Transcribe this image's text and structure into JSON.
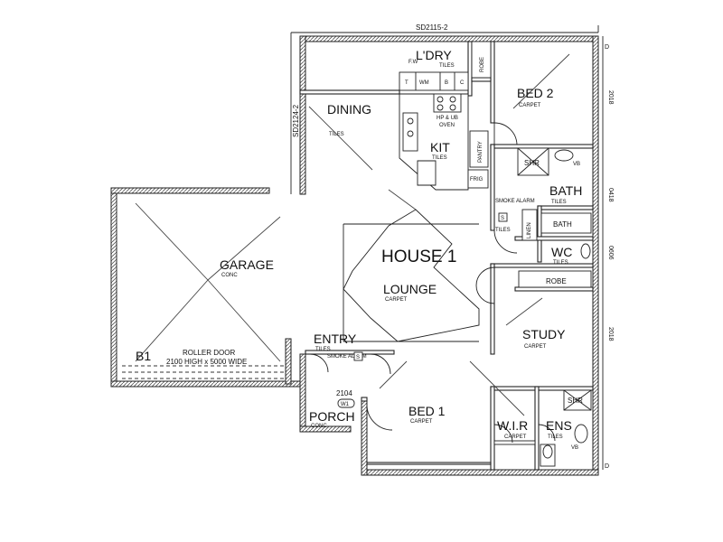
{
  "plan": {
    "house_label": "HOUSE 1",
    "lot_top": "SD2115-2",
    "lot_left": "SD2124-2",
    "right_edge_marks": [
      "2018",
      "0418",
      "0606",
      "2018"
    ],
    "d_marks": [
      "D",
      "D"
    ]
  },
  "rooms": {
    "laundry": {
      "name": "L'DRY",
      "finish": "TILES"
    },
    "dining": {
      "name": "DINING",
      "finish": "TILES"
    },
    "kitchen": {
      "name": "KIT",
      "finish": "TILES"
    },
    "bed2": {
      "name": "BED 2",
      "finish": "CARPET"
    },
    "bath": {
      "name": "BATH",
      "finish": "TILES"
    },
    "wc": {
      "name": "WC",
      "finish": "TILES"
    },
    "garage": {
      "name": "GARAGE",
      "finish": "CONC"
    },
    "lounge": {
      "name": "LOUNGE",
      "finish": "CARPET"
    },
    "entry": {
      "name": "ENTRY",
      "finish": "TILES"
    },
    "porch": {
      "name": "PORCH",
      "finish": "CONC"
    },
    "bed1": {
      "name": "BED 1",
      "finish": "CARPET"
    },
    "study": {
      "name": "STUDY",
      "finish": "CARPET"
    },
    "wir": {
      "name": "W.I.R",
      "finish": "CARPET"
    },
    "ens": {
      "name": "ENS",
      "finish": "TILES"
    }
  },
  "fixtures": {
    "robe_top": "ROBE",
    "robe_mid": "ROBE",
    "pantry": "PANTRY",
    "frig": "FRIG",
    "linen": "LINEN",
    "bath_tub": "BATH",
    "shr_bath": "SHR",
    "shr_ens": "SHR",
    "vb_bath": "VB",
    "vb_ens": "VB",
    "oven_line1": "HP & UB",
    "oven_line2": "OVEN",
    "laundry_t": "T",
    "laundry_wm": "WM",
    "laundry_b": "B",
    "laundry_c": "C",
    "laundry_fw": "F.W",
    "smoke_alarm_1": "SMOKE ALARM",
    "smoke_alarm_2": "SMOKE ALARM",
    "smoke_symbol": "S",
    "roller_door_line1": "ROLLER DOOR",
    "roller_door_line2": "2100 HIGH x 5000 WIDE",
    "garage_mark": "B1",
    "window_size": "2104",
    "window_code": "W1"
  }
}
